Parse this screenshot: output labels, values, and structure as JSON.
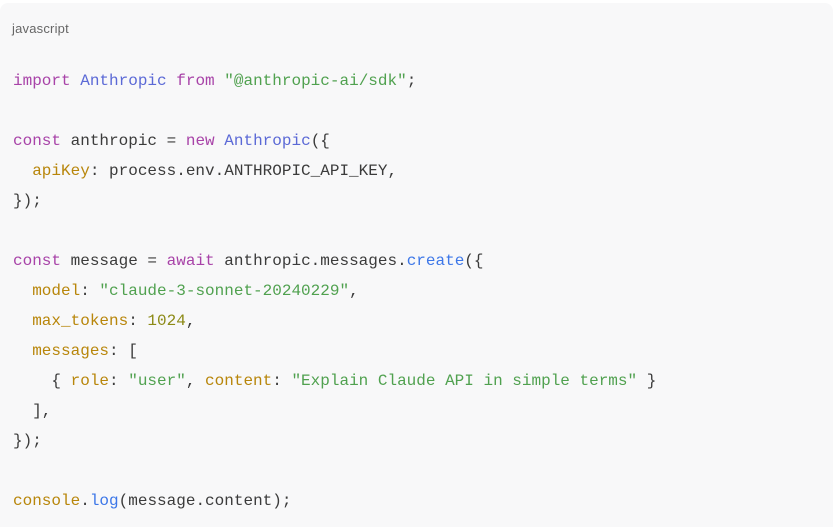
{
  "panel": {
    "language_label": "javascript"
  },
  "colors": {
    "kw": "#a843a8",
    "cls": "#5b69d6",
    "fn": "#3d77e8",
    "str": "#50a14f",
    "prop": "#b8860b",
    "num": "#8c8a16",
    "plain": "#3b3b3b",
    "panel_bg": "#f8f8f9",
    "label": "#666666"
  },
  "code": {
    "language": "javascript",
    "plain_text": "import Anthropic from \"@anthropic-ai/sdk\";\n\nconst anthropic = new Anthropic({\n  apiKey: process.env.ANTHROPIC_API_KEY,\n});\n\nconst message = await anthropic.messages.create({\n  model: \"claude-3-sonnet-20240229\",\n  max_tokens: 1024,\n  messages: [\n    { role: \"user\", content: \"Explain Claude API in simple terms\" }\n  ],\n});\n\nconsole.log(message.content);",
    "lines": [
      [
        {
          "t": "kw",
          "s": "import"
        },
        {
          "t": "plain",
          "s": " "
        },
        {
          "t": "cls",
          "s": "Anthropic"
        },
        {
          "t": "plain",
          "s": " "
        },
        {
          "t": "kw",
          "s": "from"
        },
        {
          "t": "plain",
          "s": " "
        },
        {
          "t": "str",
          "s": "\"@anthropic-ai/sdk\""
        },
        {
          "t": "plain",
          "s": ";"
        }
      ],
      [],
      [
        {
          "t": "kw",
          "s": "const"
        },
        {
          "t": "plain",
          "s": " anthropic = "
        },
        {
          "t": "kw",
          "s": "new"
        },
        {
          "t": "plain",
          "s": " "
        },
        {
          "t": "cls",
          "s": "Anthropic"
        },
        {
          "t": "plain",
          "s": "({"
        }
      ],
      [
        {
          "t": "plain",
          "s": "  "
        },
        {
          "t": "prop",
          "s": "apiKey"
        },
        {
          "t": "plain",
          "s": ": process.env.ANTHROPIC_API_KEY,"
        }
      ],
      [
        {
          "t": "plain",
          "s": "});"
        }
      ],
      [],
      [
        {
          "t": "kw",
          "s": "const"
        },
        {
          "t": "plain",
          "s": " message = "
        },
        {
          "t": "kw",
          "s": "await"
        },
        {
          "t": "plain",
          "s": " anthropic.messages."
        },
        {
          "t": "fn",
          "s": "create"
        },
        {
          "t": "plain",
          "s": "({"
        }
      ],
      [
        {
          "t": "plain",
          "s": "  "
        },
        {
          "t": "prop",
          "s": "model"
        },
        {
          "t": "plain",
          "s": ": "
        },
        {
          "t": "str",
          "s": "\"claude-3-sonnet-20240229\""
        },
        {
          "t": "plain",
          "s": ","
        }
      ],
      [
        {
          "t": "plain",
          "s": "  "
        },
        {
          "t": "prop",
          "s": "max_tokens"
        },
        {
          "t": "plain",
          "s": ": "
        },
        {
          "t": "num",
          "s": "1024"
        },
        {
          "t": "plain",
          "s": ","
        }
      ],
      [
        {
          "t": "plain",
          "s": "  "
        },
        {
          "t": "prop",
          "s": "messages"
        },
        {
          "t": "plain",
          "s": ": ["
        }
      ],
      [
        {
          "t": "plain",
          "s": "    { "
        },
        {
          "t": "prop",
          "s": "role"
        },
        {
          "t": "plain",
          "s": ": "
        },
        {
          "t": "str",
          "s": "\"user\""
        },
        {
          "t": "plain",
          "s": ", "
        },
        {
          "t": "prop",
          "s": "content"
        },
        {
          "t": "plain",
          "s": ": "
        },
        {
          "t": "str",
          "s": "\"Explain Claude API in simple terms\""
        },
        {
          "t": "plain",
          "s": " }"
        }
      ],
      [
        {
          "t": "plain",
          "s": "  ],"
        }
      ],
      [
        {
          "t": "plain",
          "s": "});"
        }
      ],
      [],
      [
        {
          "t": "prop",
          "s": "console"
        },
        {
          "t": "plain",
          "s": "."
        },
        {
          "t": "fn",
          "s": "log"
        },
        {
          "t": "plain",
          "s": "(message.content);"
        }
      ]
    ]
  }
}
